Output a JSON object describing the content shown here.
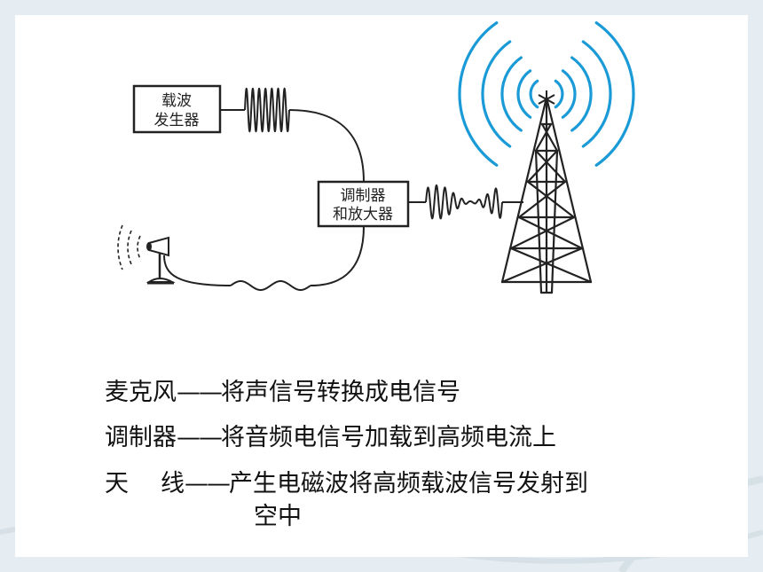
{
  "diagram": {
    "carrier_box": {
      "line1": "载波",
      "line2": "发生器"
    },
    "modulator_box": {
      "line1": "调制器",
      "line2": "和放大器"
    }
  },
  "descriptions": [
    {
      "term": "麦克风",
      "sep": "——",
      "text": "将声信号转换成电信号"
    },
    {
      "term": "调制器",
      "sep": "——",
      "text": "将音频电信号加载到高频电流上"
    },
    {
      "term_a": "天",
      "term_b": "线",
      "sep": "——",
      "text": "产生电磁波将高频载波信号发射到",
      "text_cont": "空中"
    }
  ],
  "colors": {
    "wave_blue": "#1a9ad6",
    "line": "#222222",
    "background": "#e6edf2"
  }
}
